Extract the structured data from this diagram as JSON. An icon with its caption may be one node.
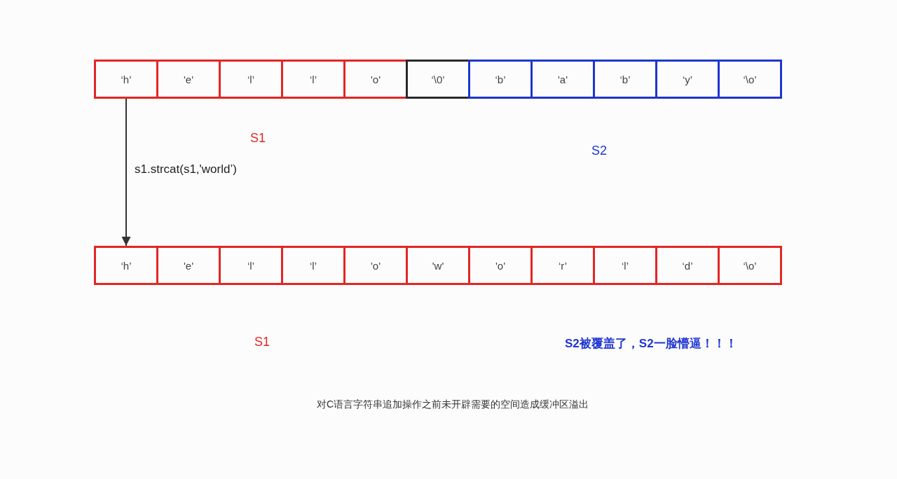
{
  "diagram": {
    "nodes": [
      {
        "text": [
          "‘h’"
        ]
      },
      {
        "text": [
          "'e'"
        ]
      },
      {
        "text": [
          "‘l’"
        ]
      },
      {
        "text": [
          "‘l’"
        ]
      },
      {
        "text": [
          "'o'"
        ]
      },
      {
        "text": [
          "‘\\0’"
        ]
      },
      {
        "text": [
          "‘b’"
        ]
      },
      {
        "text": [
          "'a'"
        ]
      },
      {
        "text": [
          "‘b’"
        ]
      },
      {
        "text": [
          "‘y’"
        ]
      },
      {
        "text": [
          "‘\\o’"
        ]
      },
      {
        "text": [
          "‘h’"
        ]
      },
      {
        "text": [
          "'e'"
        ]
      },
      {
        "text": [
          "‘l’"
        ]
      },
      {
        "text": [
          "‘l’"
        ]
      },
      {
        "text": [
          "'o'"
        ]
      },
      {
        "text": [
          "'w'"
        ]
      },
      {
        "text": [
          "'o'"
        ]
      },
      {
        "text": [
          "‘r’"
        ]
      },
      {
        "text": [
          "‘l’"
        ]
      },
      {
        "text": [
          "‘d’"
        ]
      },
      {
        "text": [
          "‘\\o’"
        ]
      }
    ],
    "edges": [
      {
        "from": 0,
        "to": 11,
        "arrow": "to",
        "label": "s1.strcat(s1,'world’)"
      }
    ],
    "labels": [
      "S1",
      "S2",
      "S1",
      "S2被覆盖了，S2一脸懵逼！！！"
    ],
    "caption": "对C语言字符串追加操作之前未开辟需要的空间造成缓冲区溢出"
  }
}
